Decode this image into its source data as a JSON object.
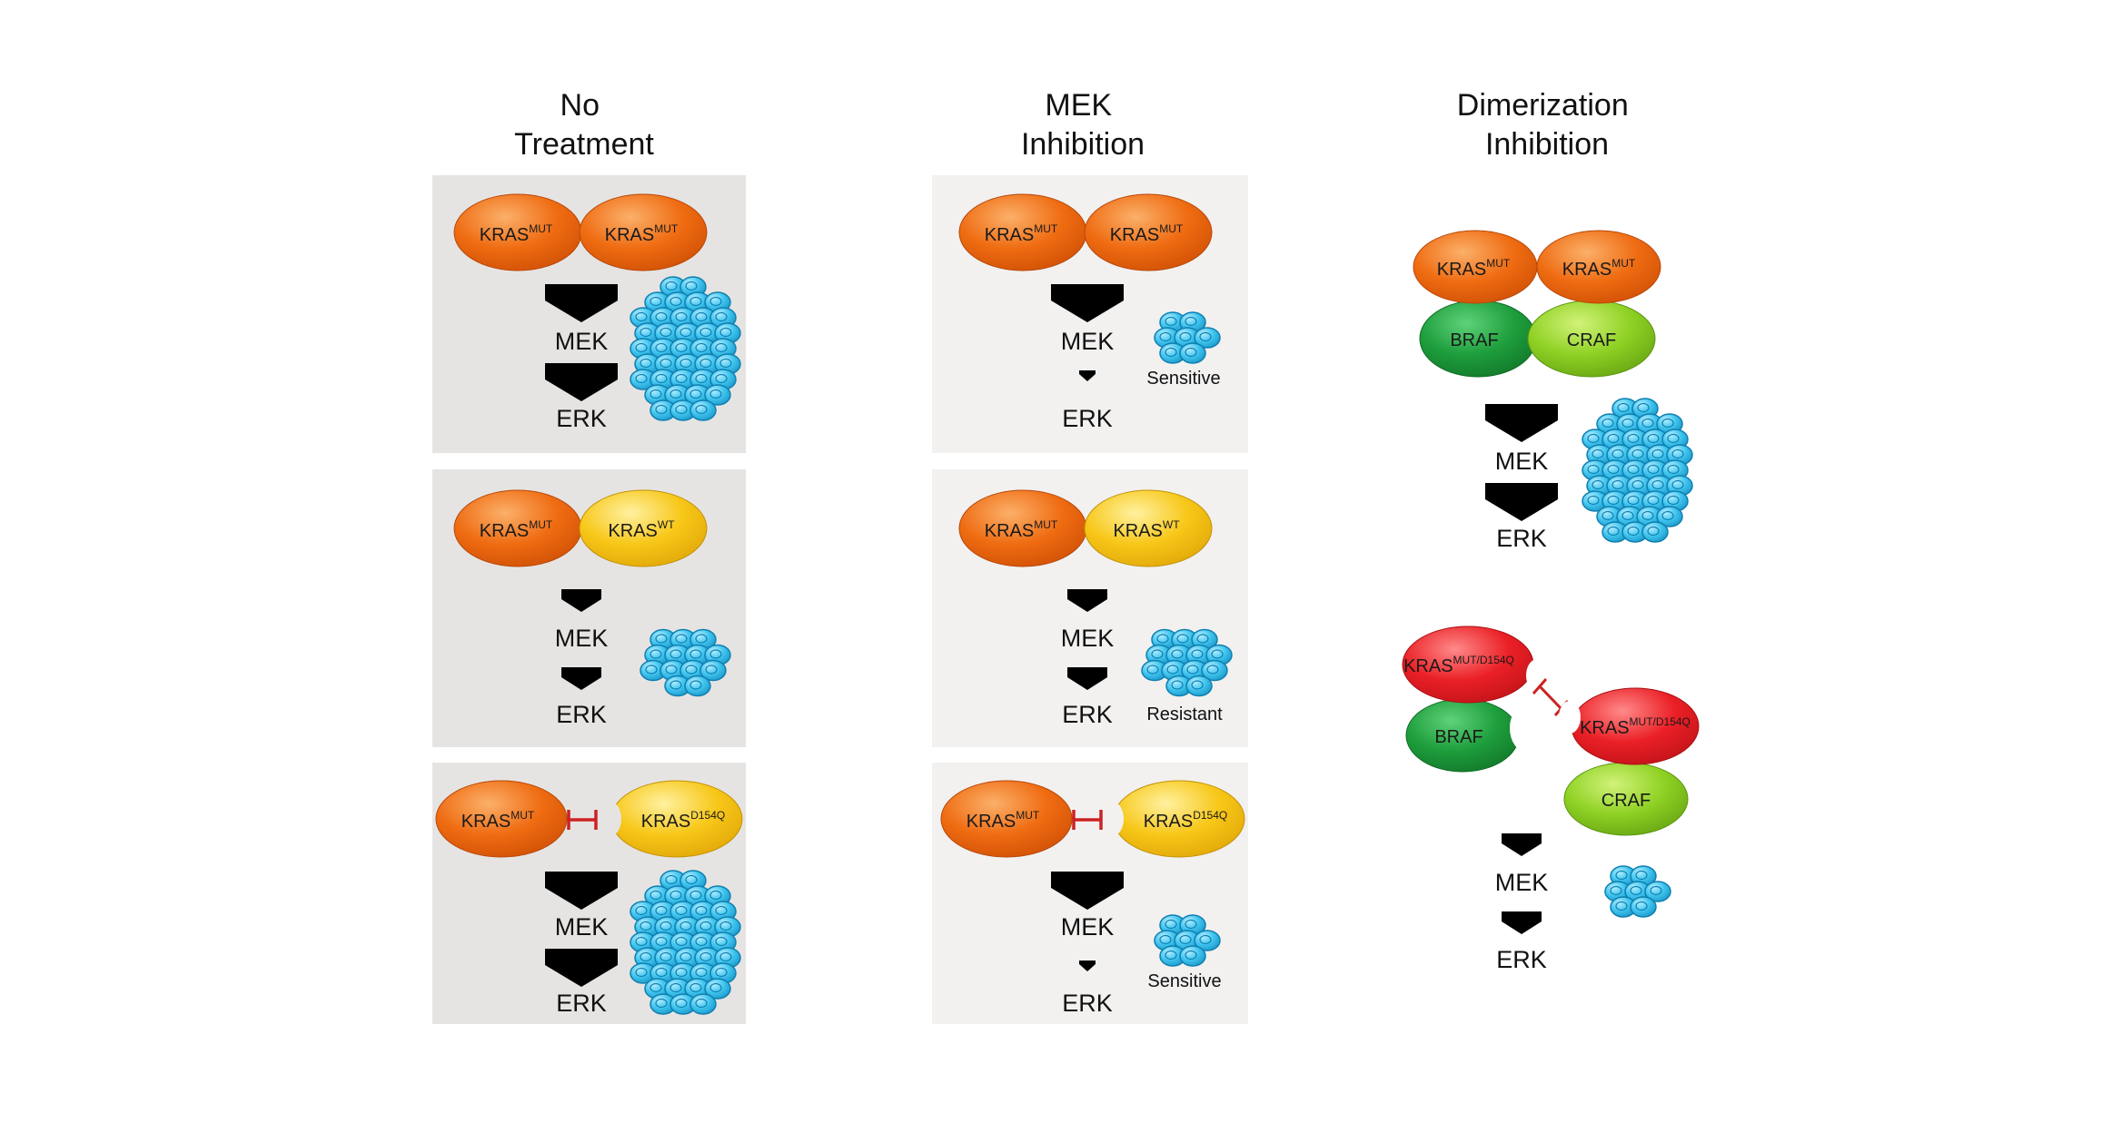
{
  "columns": [
    {
      "title_line1": "No",
      "title_line2": "Treatment"
    },
    {
      "title_line1": "MEK",
      "title_line2": "Inhibition"
    },
    {
      "title_line1": "Dimerization",
      "title_line2": "Inhibition"
    }
  ],
  "labels": {
    "kras": "KRAS",
    "mut": "MUT",
    "wt": "WT",
    "d154q": "D154Q",
    "mut_d154q": "MUT/D154Q",
    "braf": "BRAF",
    "craf": "CRAF",
    "mek": "MEK",
    "erk": "ERK"
  },
  "outcomes": {
    "sensitive": "Sensitive",
    "resistant": "Resistant"
  },
  "colors": {
    "panel_bg": "#e6e4e2",
    "kras_mut": "#ee6a10",
    "kras_wt": "#f6c515",
    "kras_d154q_mutant": "#e91e26",
    "braf": "#1c9b3b",
    "craf": "#8ed120",
    "cell": "#2ab9e6",
    "inhibition_bar": "#cc2222"
  }
}
